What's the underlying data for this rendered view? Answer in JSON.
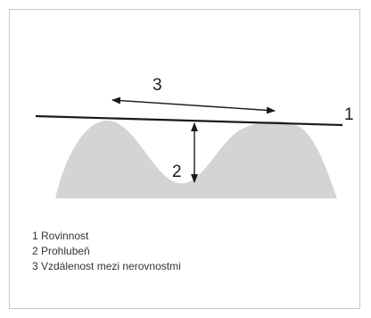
{
  "diagram": {
    "labels": {
      "plane": "1",
      "depression": "2",
      "spacing": "3"
    }
  },
  "legend": {
    "items": [
      {
        "text": "1 Rovinnost"
      },
      {
        "text": "2 Prohlubeň"
      },
      {
        "text": "3 Vzdálenost mezi nerovnostmi"
      }
    ]
  },
  "colors": {
    "profile_fill": "#d4d4d4",
    "line": "#1a1a1a",
    "border": "#c8c8c8"
  }
}
